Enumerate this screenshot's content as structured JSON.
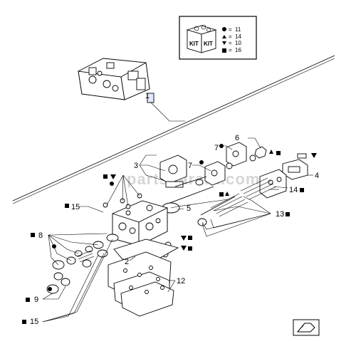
{
  "watermark": "partsgarant.com",
  "kit_legend": {
    "kit_text": "KIT",
    "entries": [
      {
        "symbol": "circle",
        "value": "11"
      },
      {
        "symbol": "triangle-up",
        "value": "14"
      },
      {
        "symbol": "triangle-down",
        "value": "10"
      },
      {
        "symbol": "square",
        "value": "16"
      }
    ]
  },
  "callouts": {
    "c1": "1",
    "c2": "2",
    "c3": "3",
    "c4": "4",
    "c5": "5",
    "c6": "6",
    "c7a": "7",
    "c7b": "7",
    "c8": "8",
    "c9": "9",
    "c12": "12",
    "c13": "13",
    "c14": "14",
    "c15a": "15",
    "c15b": "15"
  }
}
